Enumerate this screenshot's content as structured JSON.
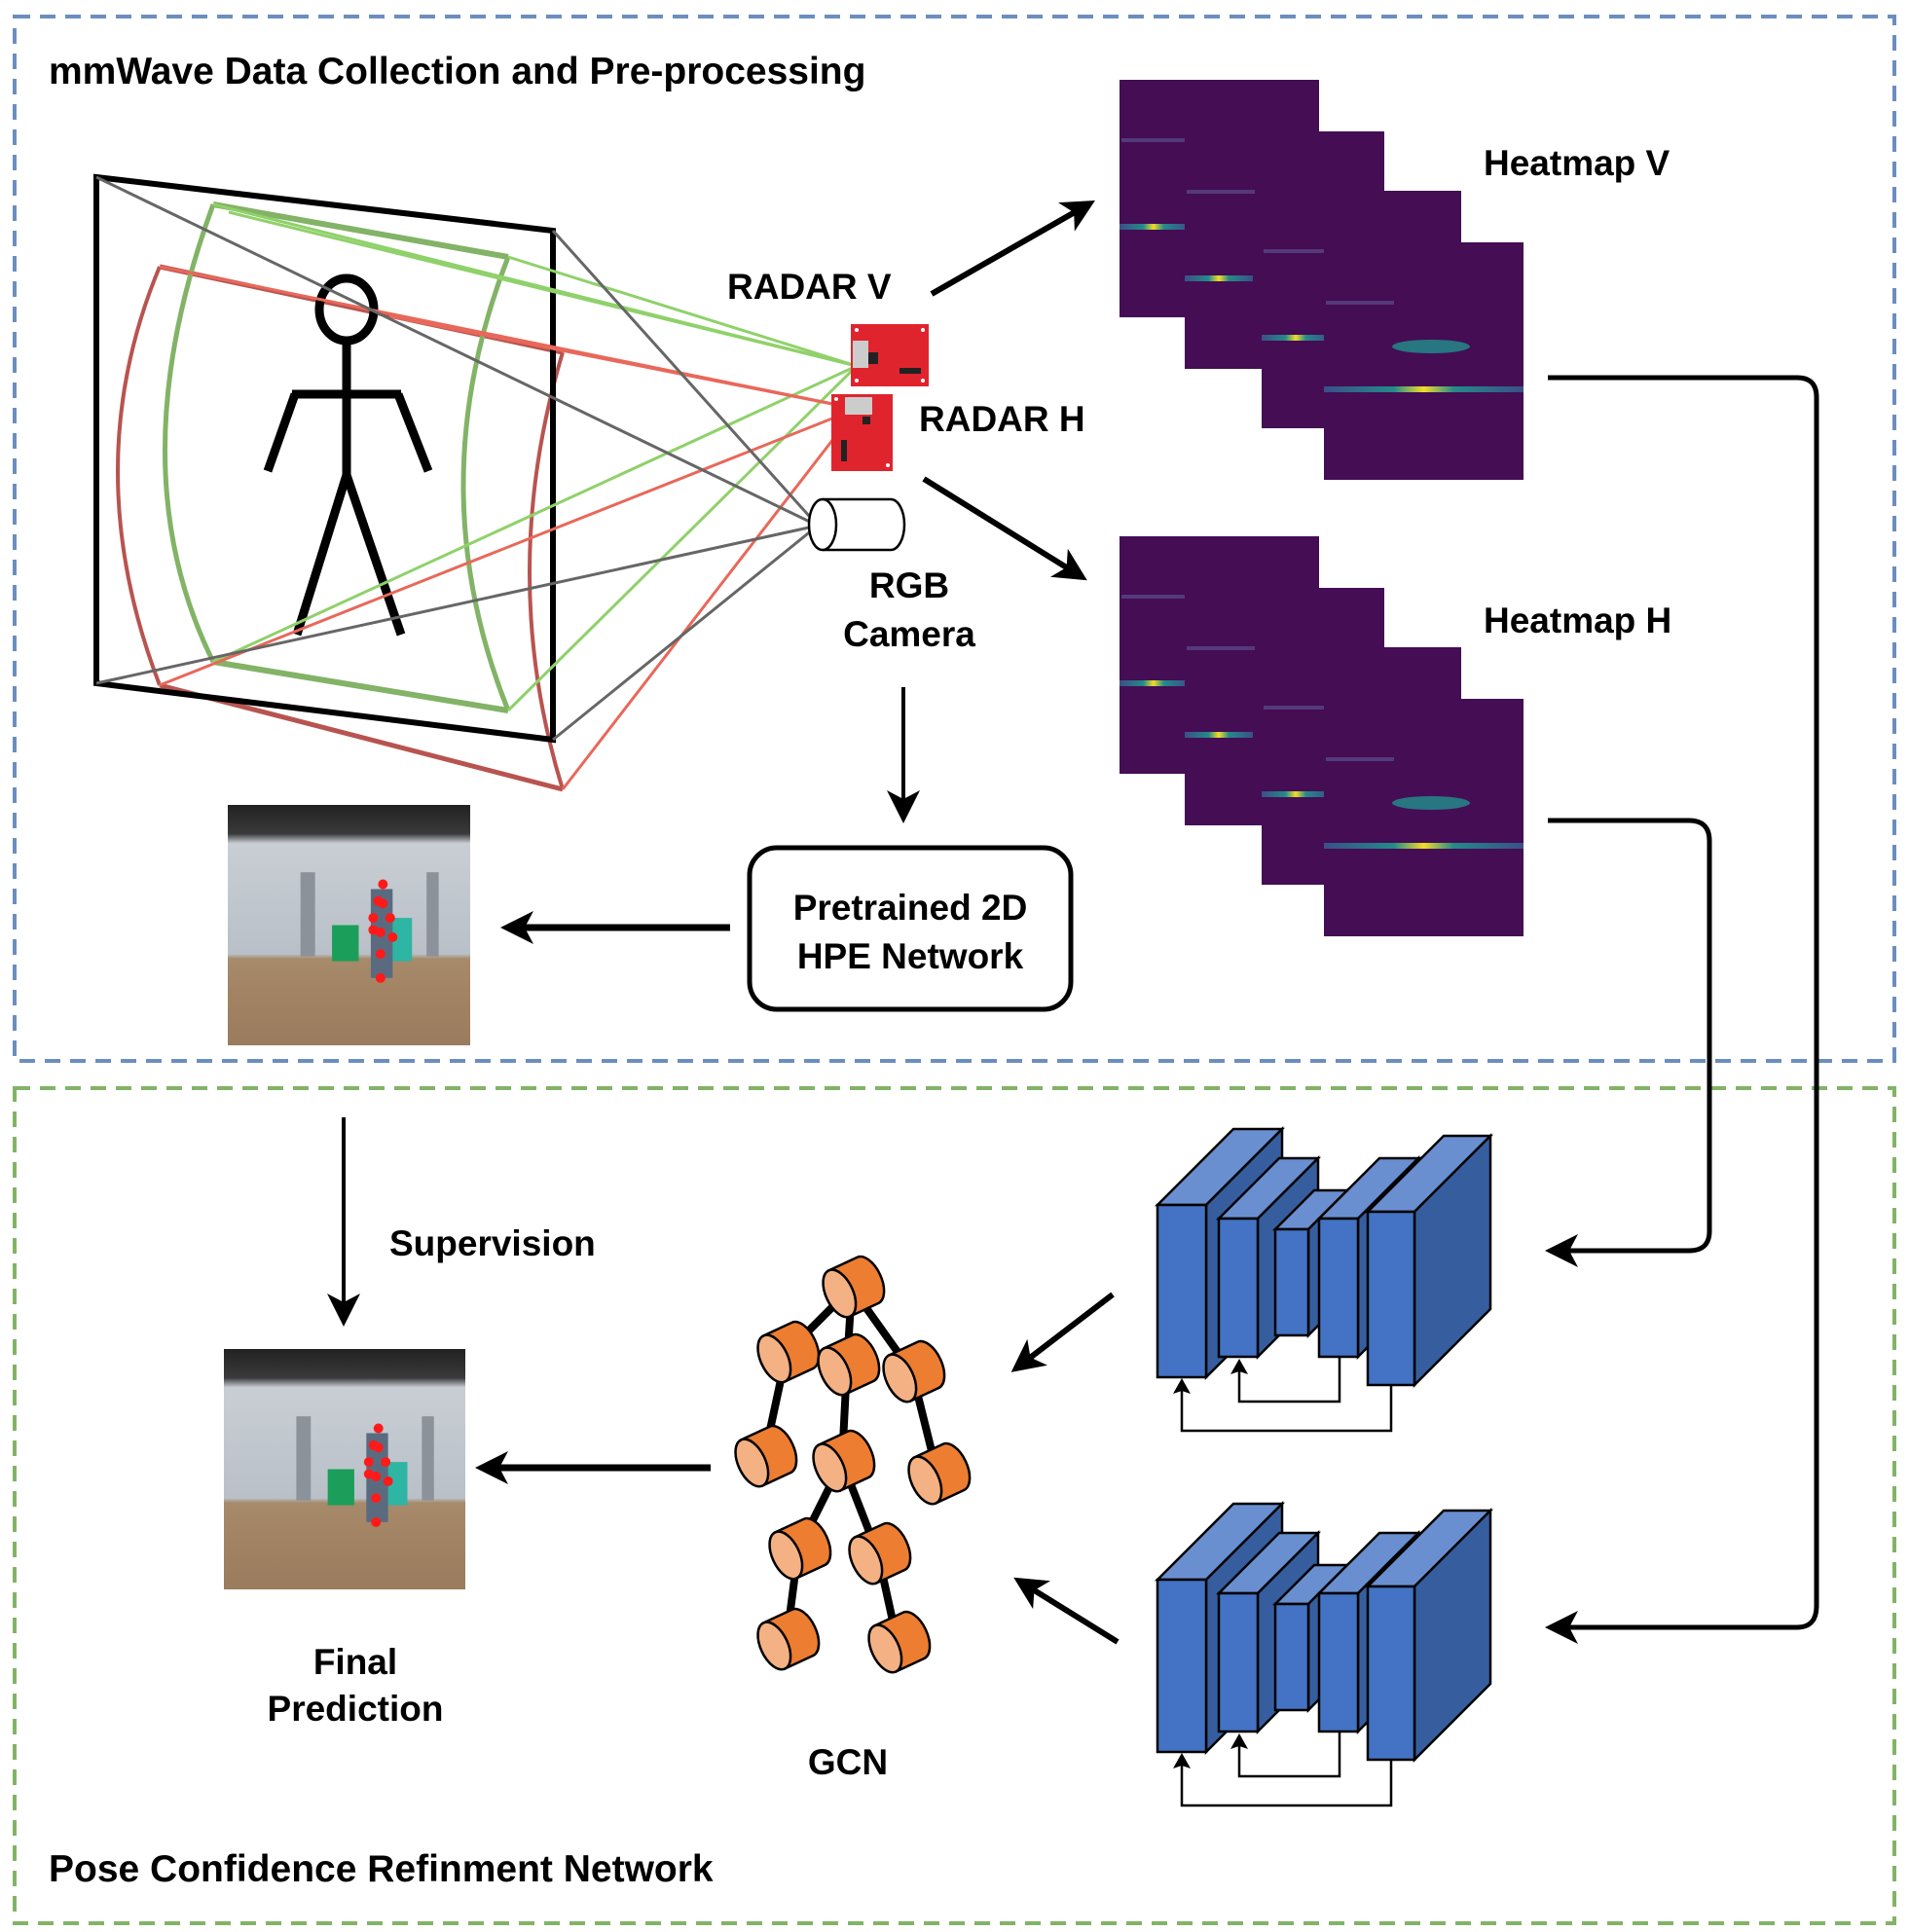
{
  "sections": {
    "top": {
      "title": "mmWave Data Collection and Pre-processing",
      "border_color": "#6C8EBF"
    },
    "bottom": {
      "title": "Pose Confidence Refinment Network",
      "border_color": "#82B366"
    }
  },
  "labels": {
    "radar_v": "RADAR V",
    "radar_h": "RADAR H",
    "camera_line1": "RGB",
    "camera_line2": "Camera",
    "heatmap_v": "Heatmap V",
    "heatmap_h": "Heatmap H",
    "hpe_line1": "Pretrained 2D",
    "hpe_line2": "HPE Network",
    "supervision": "Supervision",
    "final_line1": "Final",
    "final_line2": "Prediction",
    "gcn": "GCN"
  },
  "colors": {
    "radar_v_beam": "#8FD16A",
    "radar_h_beam": "#E8685A",
    "green_volume": "#82B366",
    "red_volume": "#B85450",
    "camera_beam": "#666666",
    "heatmap_bg": "#440D54",
    "conv_front": "#4472C4",
    "conv_top": "#6A8FD0",
    "conv_side": "#365E9F",
    "gcn_node": "#ED7D31",
    "gcn_face": "#F4B183",
    "radar_board": "#E0242E"
  },
  "gcn": {
    "nodes": 11,
    "edges": [
      [
        0,
        1
      ],
      [
        0,
        2
      ],
      [
        0,
        3
      ],
      [
        1,
        4
      ],
      [
        2,
        5
      ],
      [
        3,
        6
      ],
      [
        5,
        7
      ],
      [
        5,
        8
      ],
      [
        7,
        9
      ],
      [
        8,
        10
      ]
    ]
  },
  "conv_blocks": 2,
  "heatmap_stacks": {
    "frames_per_stack": 4
  }
}
